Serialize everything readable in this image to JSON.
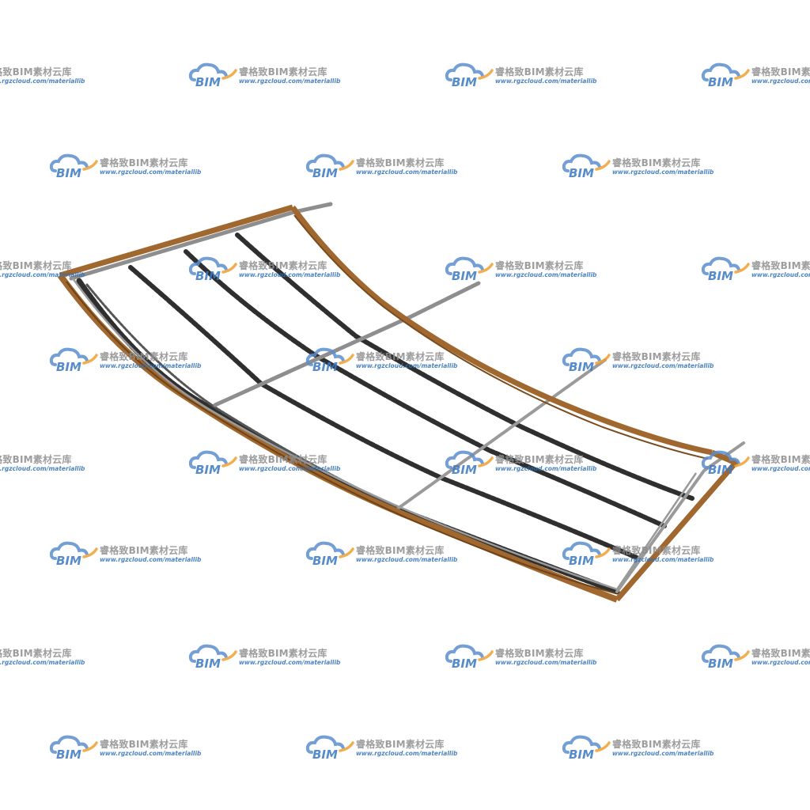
{
  "watermark": {
    "logo_text": "BIM",
    "brand": "睿格致BIM素材云库",
    "url": "www.rgzcloud.com/materiallib",
    "cloud_color": "#5b8fd0",
    "swoosh_color": "#f0a030",
    "brand_color": "#8c8c8c",
    "url_color": "#2e6fb8"
  },
  "model": {
    "description_icon": "curved-rebar-frame-icon",
    "frame_color": "#a0672e",
    "bar_color_dark": "#3a3a3a",
    "bar_color_light": "#9a9a9a",
    "background": "#ffffff"
  }
}
